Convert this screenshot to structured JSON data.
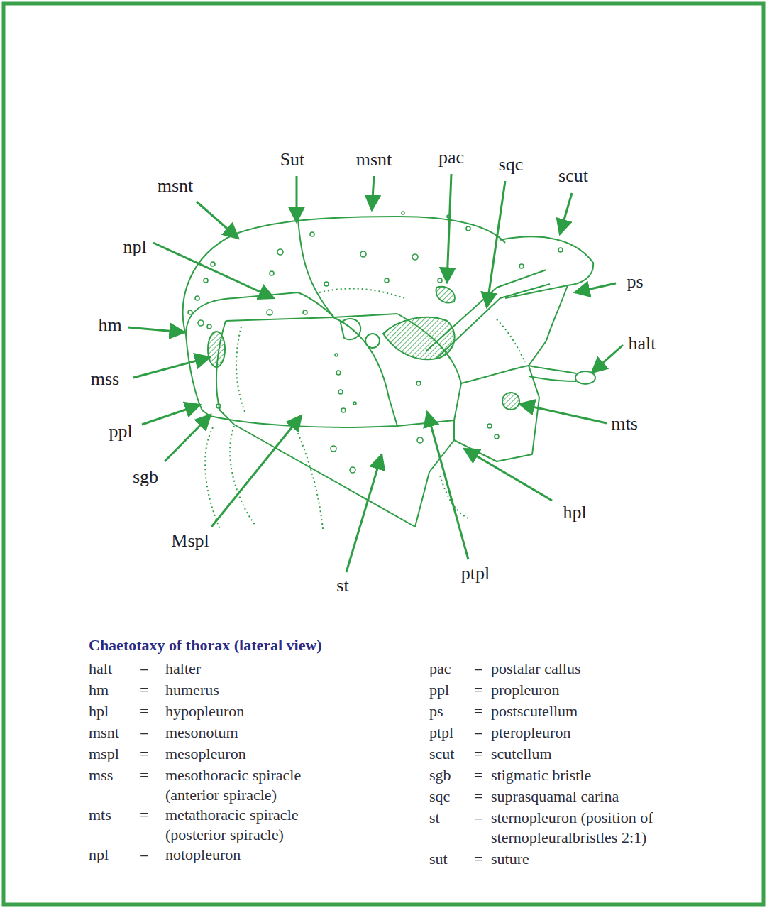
{
  "diagram": {
    "title": "Chaetotaxy of thorax (lateral view)",
    "labels": [
      "Sut",
      "msnt",
      "pac",
      "sqc",
      "scut",
      "msnt",
      "npl",
      "ps",
      "hm",
      "halt",
      "mss",
      "mts",
      "ppl",
      "sgb",
      "hpl",
      "Mspl",
      "st",
      "ptpl",
      "halt",
      "=",
      "halter",
      "hm",
      "=",
      "humerus",
      "hpl",
      "=",
      "hypopleuron",
      "msnt",
      "=",
      "mesonotum",
      "mspl",
      "=",
      "mesopleuron",
      "mss",
      "=",
      "mesothoracic spiracle (anterior spiracle)",
      "mts",
      "=",
      "metathoracic spiracle (posterior spiracle)",
      "npl",
      "=",
      "notopleuron",
      "pac",
      "=",
      "postalar callus",
      "ppl",
      "=",
      "propleuron",
      "ps",
      "=",
      "postscutellum",
      "ptpl",
      "=",
      "pteropleuron",
      "scut",
      "=",
      "scutellum",
      "sgb",
      "=",
      "stigmatic bristle",
      "sqc",
      "=",
      "suprasquamal carina",
      "st",
      "=",
      "sternopleuron (position of sternopleuralbristles 2:1)",
      "sut",
      "=",
      "suture"
    ]
  }
}
